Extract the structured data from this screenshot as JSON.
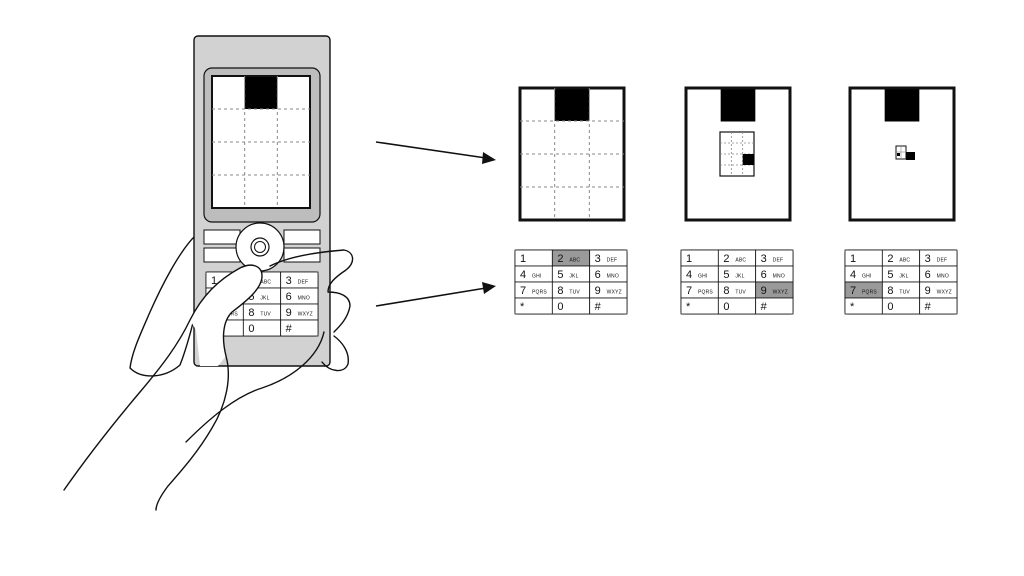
{
  "keypad": {
    "keys": [
      {
        "num": "1",
        "letters": ""
      },
      {
        "num": "2",
        "letters": "ABC"
      },
      {
        "num": "3",
        "letters": "DEF"
      },
      {
        "num": "4",
        "letters": "GHI"
      },
      {
        "num": "5",
        "letters": "JKL"
      },
      {
        "num": "6",
        "letters": "MNO"
      },
      {
        "num": "7",
        "letters": "PQRS"
      },
      {
        "num": "8",
        "letters": "TUV"
      },
      {
        "num": "9",
        "letters": "WXYZ"
      },
      {
        "num": "*",
        "letters": ""
      },
      {
        "num": "0",
        "letters": ""
      },
      {
        "num": "#",
        "letters": ""
      }
    ]
  },
  "panels": [
    {
      "pressed_key": "2",
      "zoom_level": 1
    },
    {
      "pressed_key": "9",
      "zoom_level": 2
    },
    {
      "pressed_key": "7",
      "zoom_level": 3
    }
  ],
  "colors": {
    "phone_body": "#d2d2d2",
    "highlight_key": "#9a9a9a",
    "ink": "#111111",
    "grid_dash": "#888888"
  },
  "icons": [
    "phone-icon",
    "hand-icon",
    "arrow-icon"
  ]
}
